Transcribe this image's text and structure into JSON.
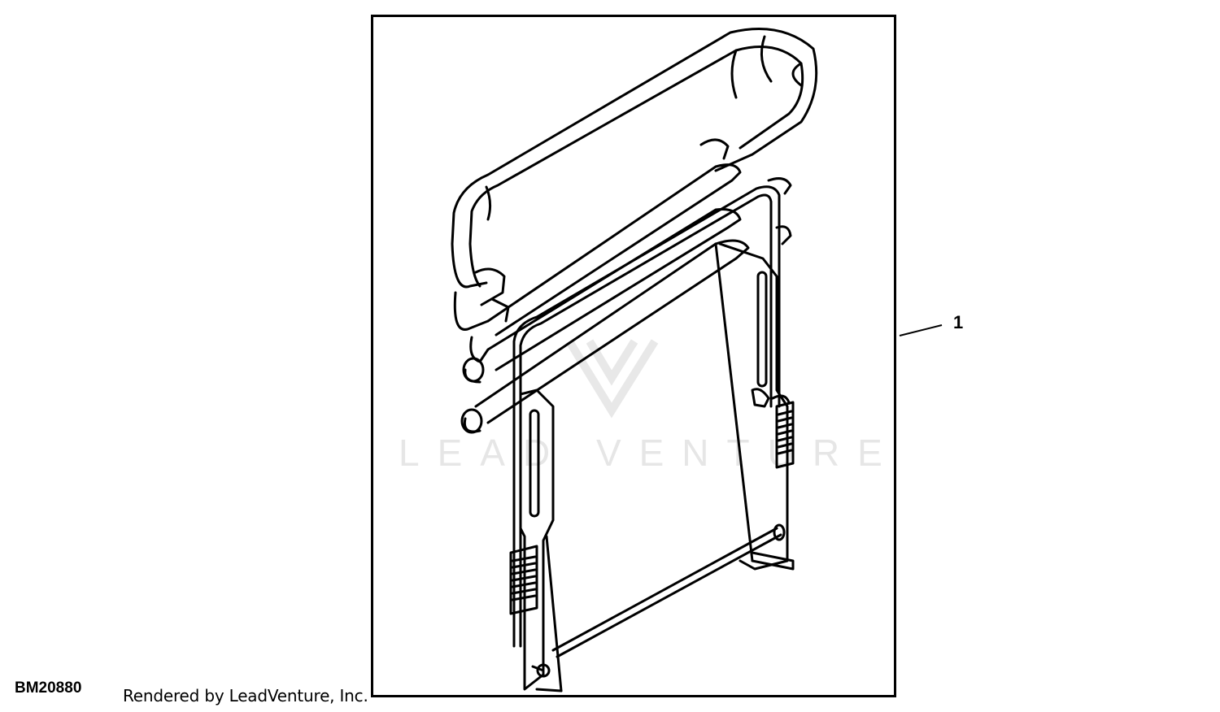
{
  "diagram": {
    "figure_id": "BM20880",
    "credit": "Rendered by LeadVenture, Inc.",
    "callouts": [
      {
        "number": "1"
      }
    ],
    "watermark": "LEADVENTURE"
  },
  "colors": {
    "line": "#000000",
    "background": "#ffffff",
    "watermark": "#e6e6e6"
  }
}
